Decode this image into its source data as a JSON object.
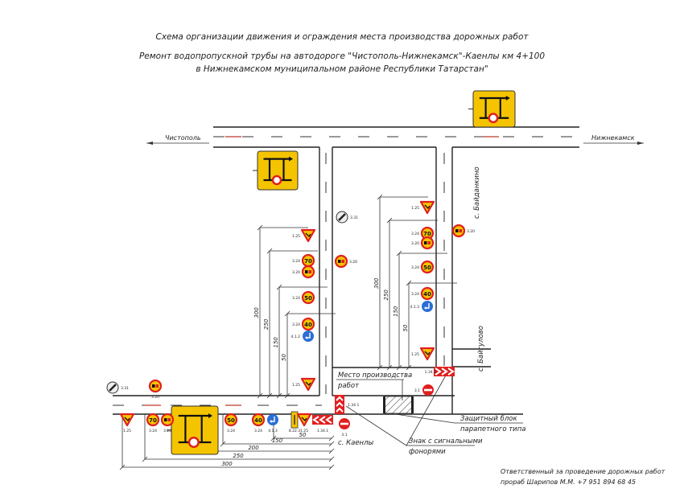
{
  "title": {
    "line1": "Схема организации движения и ограждения места производства дорожных работ",
    "line2": "Ремонт водопропускной трубы на автодороге \"Чистополь-Нижнекамск\"-Каенлы км 4+100",
    "line3": "в Нижнекамском муниципальном районе Республики Татарстан\""
  },
  "places": {
    "west": "Чистополь",
    "east": "Нижнекамск",
    "village_north": "с. Байданкино",
    "village_east": "с. Байгулово",
    "village_south": "с. Каенлы"
  },
  "callouts": {
    "worksite_1": "Место производства",
    "worksite_2": "работ",
    "barrier_1": "Защитный блок",
    "barrier_2": "парапетного типа",
    "lights_1": "Знак с сигнальными",
    "lights_2": "фонорями"
  },
  "dimensions": {
    "left": [
      "300",
      "250",
      "150",
      "50"
    ],
    "right": [
      "300",
      "250",
      "150",
      "50"
    ],
    "bottom": [
      "300",
      "250",
      "200",
      "150",
      "50"
    ]
  },
  "responsible": {
    "line1": "Ответственный за проведение дорожных работ",
    "line2": "прораб Шарипов М.М. +7 951 894 68 45"
  },
  "colors": {
    "sign_red": "#e02020",
    "sign_yellow": "#f5c400",
    "sign_blue": "#2a6fd6"
  },
  "signs": [
    {
      "type": "roadworks",
      "code": "1.25"
    },
    {
      "type": "speed-limit",
      "code": "3.24",
      "value": "70"
    },
    {
      "type": "no-overtaking",
      "code": "3.20"
    },
    {
      "type": "speed-limit",
      "code": "3.24",
      "value": "50"
    },
    {
      "type": "speed-limit",
      "code": "3.24",
      "value": "40"
    },
    {
      "type": "detour",
      "code": "4.1.2"
    },
    {
      "type": "roadworks",
      "code": "1.25"
    },
    {
      "type": "end-restrictions",
      "code": "3.31"
    },
    {
      "type": "no-overtaking",
      "code": "3.20"
    },
    {
      "type": "roadworks",
      "code": "1.25"
    },
    {
      "type": "speed-limit",
      "code": "3.24",
      "value": "70"
    },
    {
      "type": "no-overtaking",
      "code": "3.20"
    },
    {
      "type": "speed-limit",
      "code": "3.24",
      "value": "50"
    },
    {
      "type": "speed-limit",
      "code": "3.24",
      "value": "40"
    },
    {
      "type": "detour",
      "code": "4.1.3"
    },
    {
      "type": "roadworks",
      "code": "1.25"
    },
    {
      "type": "no-overtaking",
      "code": "3.20"
    },
    {
      "type": "chevron",
      "code": "1.34.2"
    },
    {
      "type": "no-entry",
      "code": "3.1"
    },
    {
      "type": "roadworks",
      "code": "1.25"
    },
    {
      "type": "speed-limit",
      "code": "3.24",
      "value": "70"
    },
    {
      "type": "no-overtaking",
      "code": "3.20"
    },
    {
      "type": "speed-limit",
      "code": "3.24",
      "value": "50"
    },
    {
      "type": "speed-limit",
      "code": "3.24",
      "value": "40"
    },
    {
      "type": "detour",
      "code": "4.1.3"
    },
    {
      "type": "plate",
      "code": "8.22.3"
    },
    {
      "type": "roadworks",
      "code": "1.25"
    },
    {
      "type": "chevron",
      "code": "1.34.1"
    },
    {
      "type": "no-entry",
      "code": "3.1"
    },
    {
      "type": "end-restrictions",
      "code": "3.31"
    },
    {
      "type": "no-overtaking",
      "code": "3.20"
    },
    {
      "type": "chevron-vertical",
      "code": "1.34.1"
    }
  ]
}
